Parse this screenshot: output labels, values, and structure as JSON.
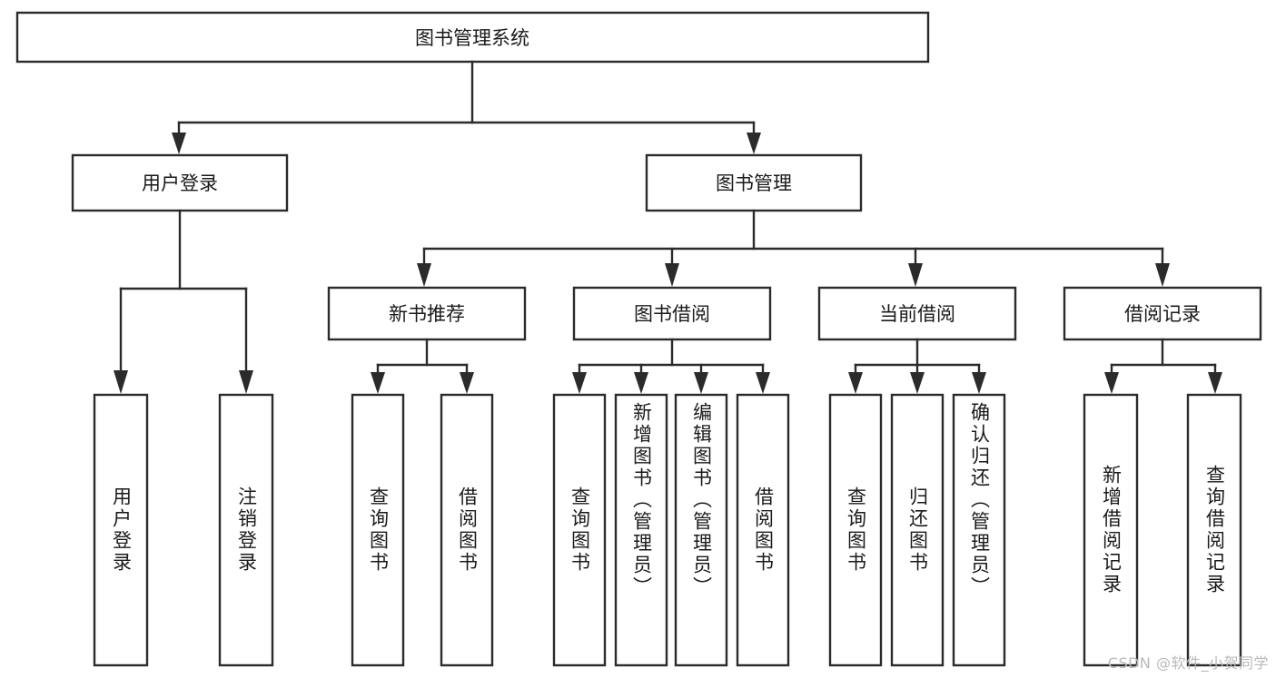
{
  "diagram": {
    "type": "tree-hierarchy",
    "title_node": {
      "label": "图书管理系统"
    },
    "level2": [
      {
        "label": "用户登录"
      },
      {
        "label": "图书管理"
      }
    ],
    "level3": [
      {
        "label": "新书推荐"
      },
      {
        "label": "图书借阅"
      },
      {
        "label": "当前借阅"
      },
      {
        "label": "借阅记录"
      }
    ],
    "leaves": {
      "user_login": [
        {
          "label": "用户登录"
        },
        {
          "label": "注销登录"
        }
      ],
      "new_book_recommend": [
        {
          "label": "查询图书"
        },
        {
          "label": "借阅图书"
        }
      ],
      "book_borrow": [
        {
          "label": "查询图书"
        },
        {
          "label": "新增图书（管理员）"
        },
        {
          "label": "编辑图书（管理员）"
        },
        {
          "label": "借阅图书"
        }
      ],
      "current_borrow": [
        {
          "label": "查询图书"
        },
        {
          "label": "归还图书"
        },
        {
          "label": "确认归还（管理员）"
        }
      ],
      "borrow_record": [
        {
          "label": "新增借阅记录"
        },
        {
          "label": "查询借阅记录"
        }
      ]
    },
    "watermark": "CSDN @软件_小贺同学",
    "colors": {
      "stroke": "#2b2b2b",
      "fill": "#ffffff",
      "text": "#1a1a1a",
      "watermark": "#b9b9b9",
      "background": "#ffffff"
    }
  }
}
